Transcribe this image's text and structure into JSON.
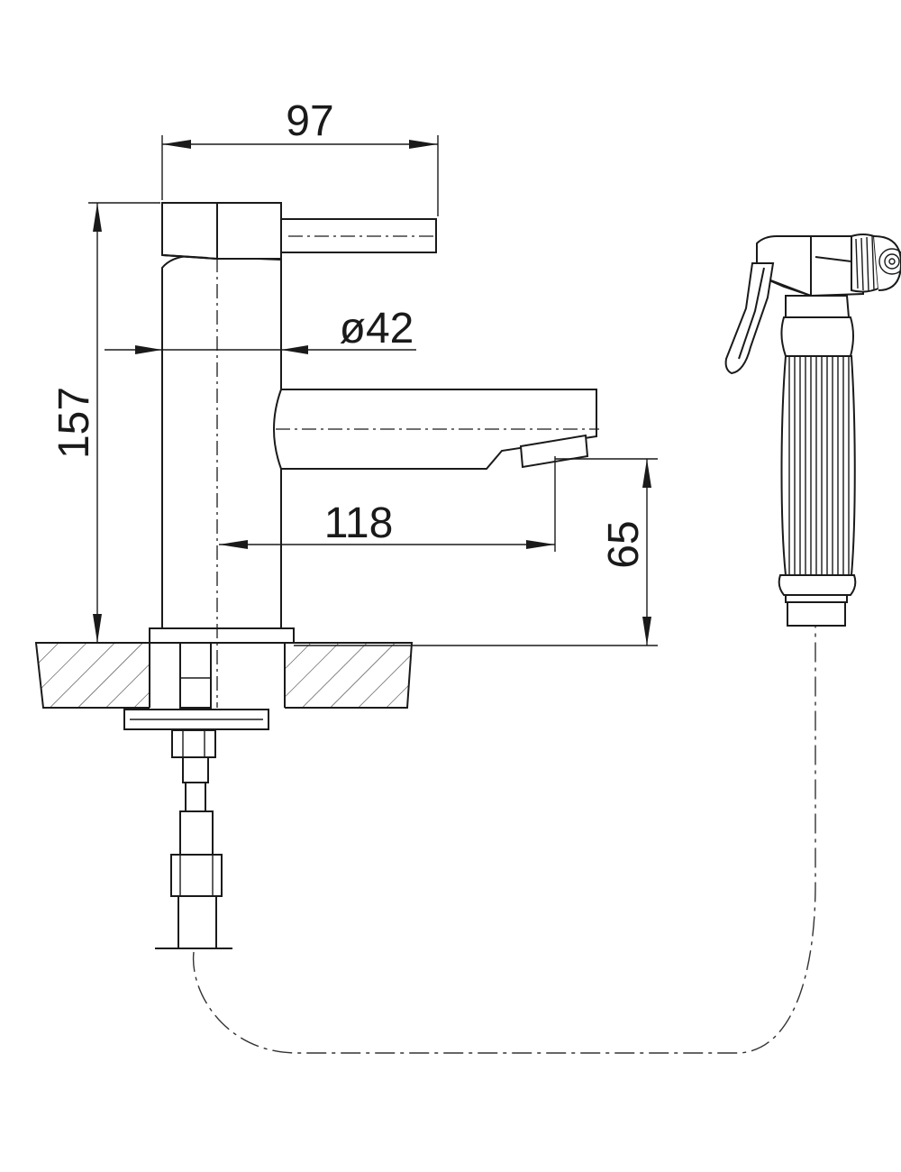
{
  "dimensions": {
    "width_total": "97",
    "diameter": "ø42",
    "height_total": "157",
    "spout_reach": "118",
    "spout_height": "65"
  }
}
